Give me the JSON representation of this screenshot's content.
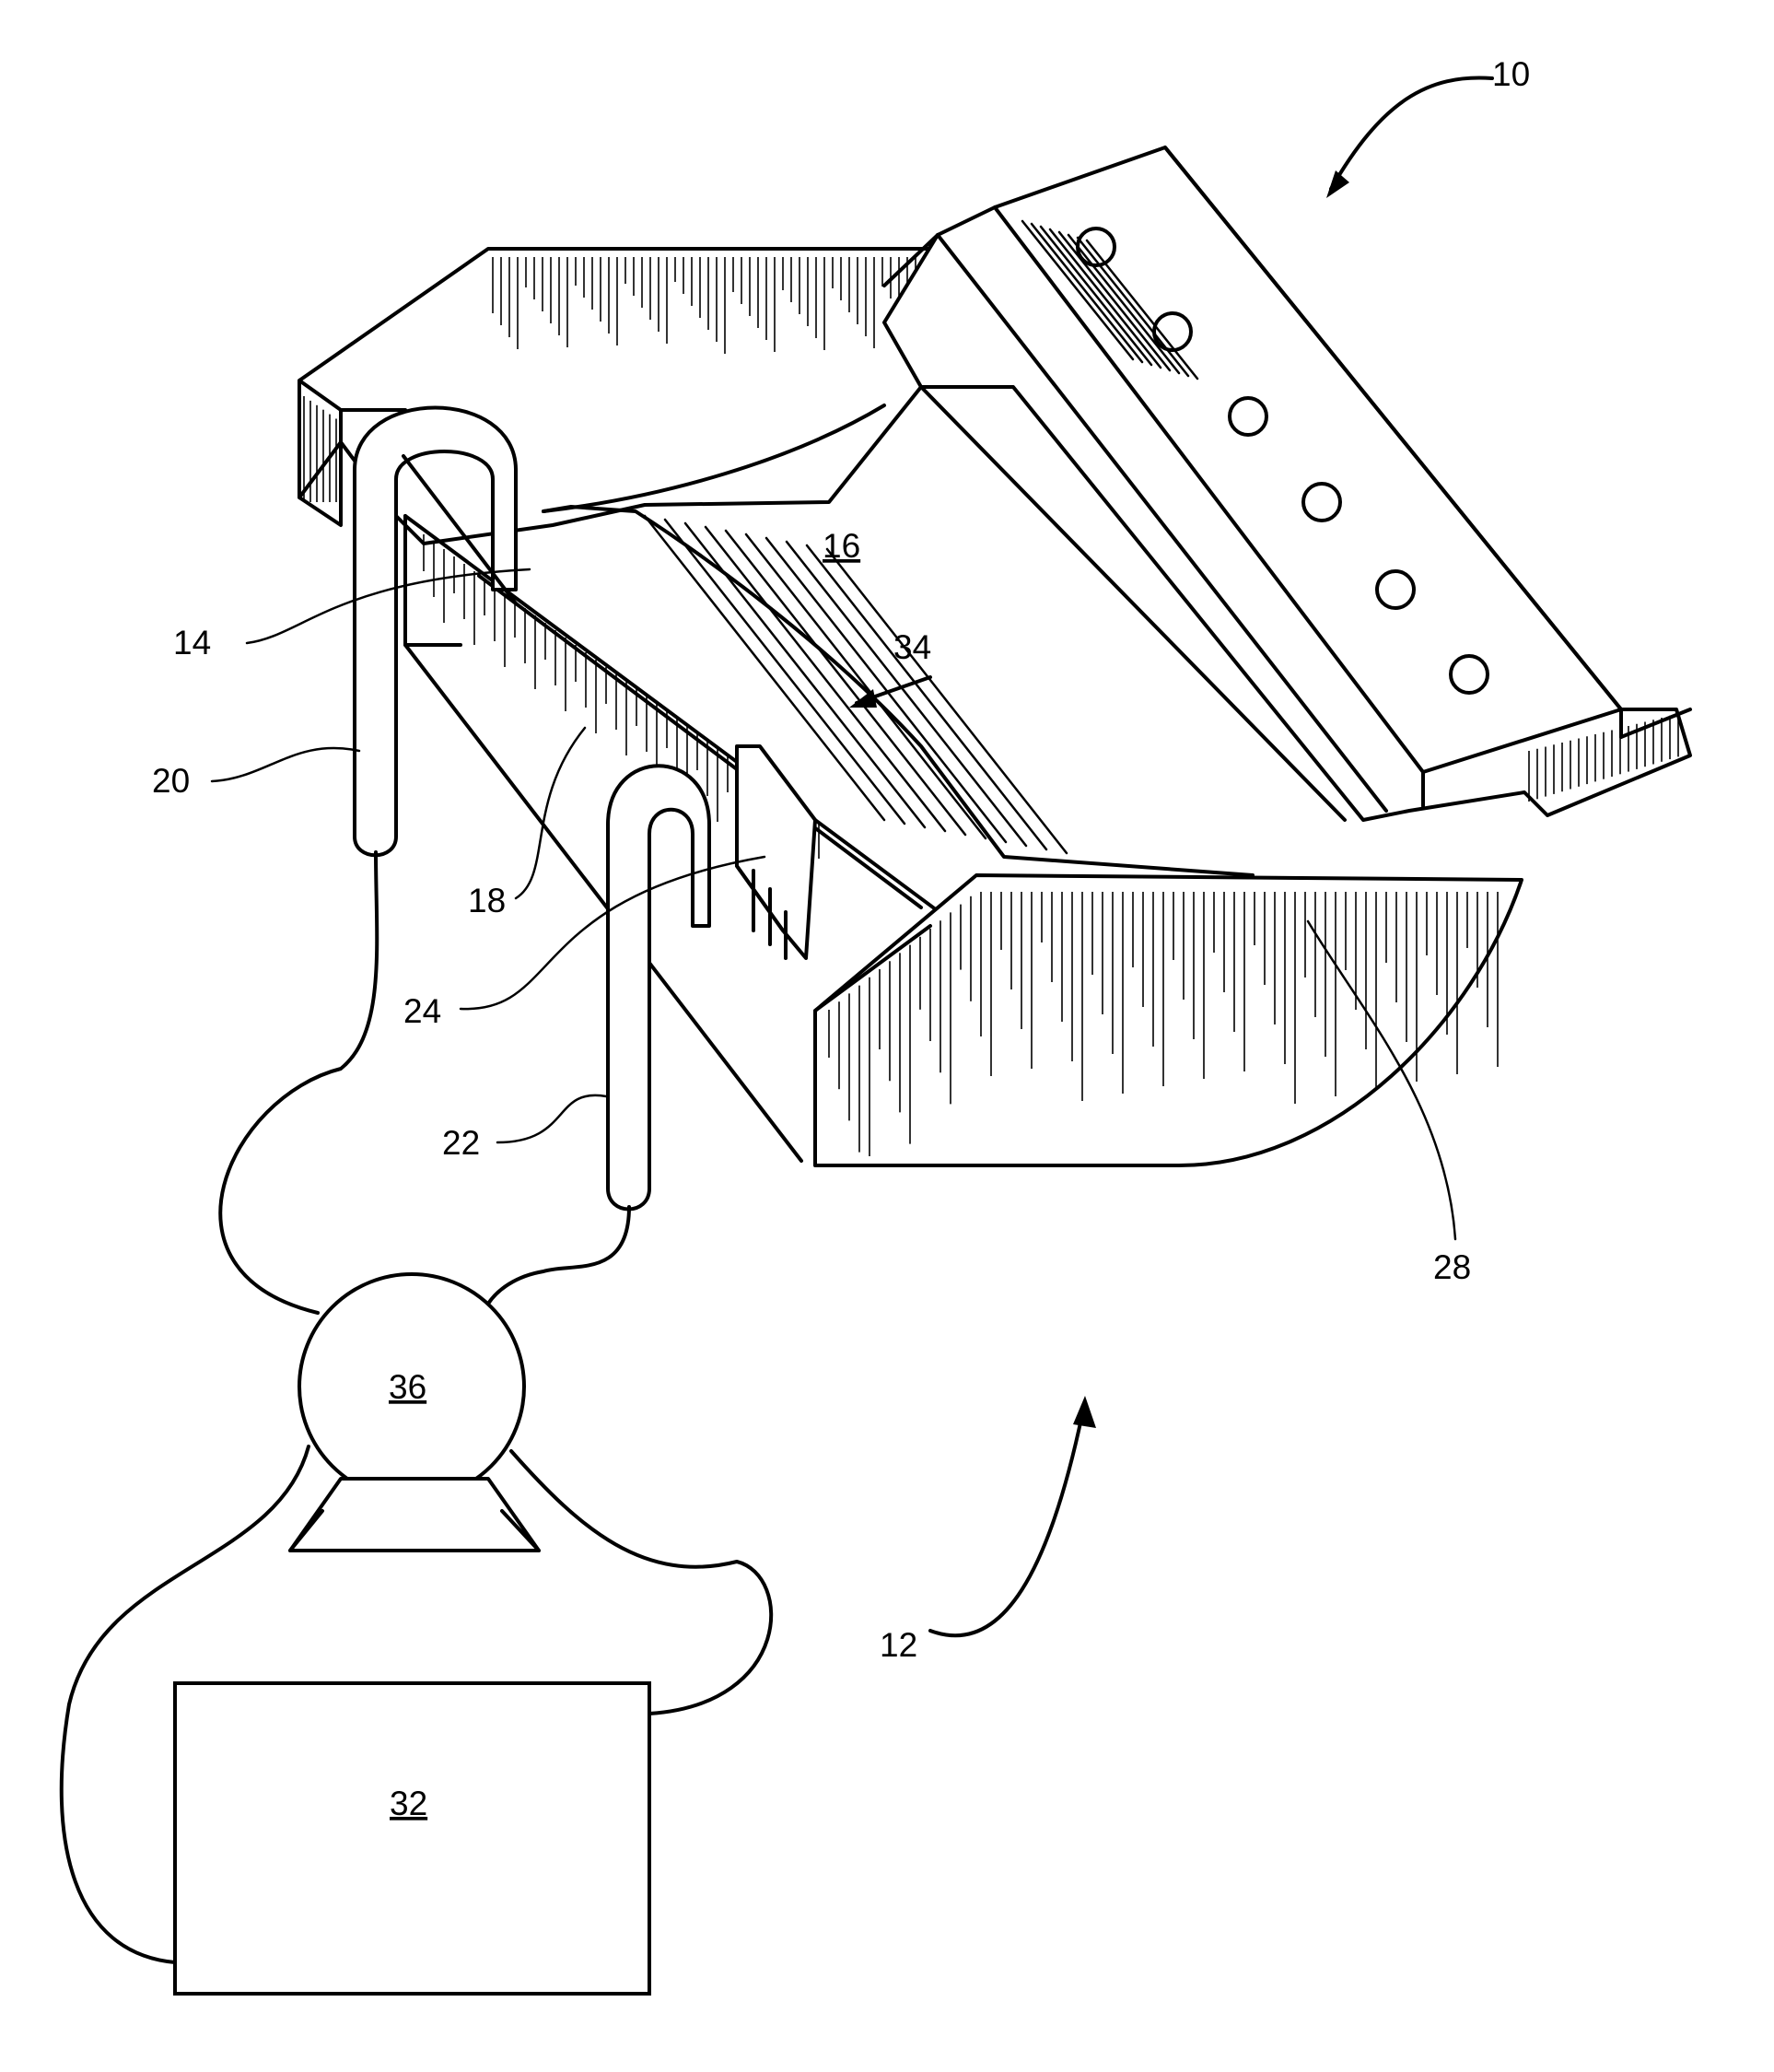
{
  "figure": {
    "labels": {
      "l10": "10",
      "l12": "12",
      "l14": "14",
      "l16": "16",
      "l18": "18",
      "l20": "20",
      "l22": "22",
      "l24": "24",
      "l28": "28",
      "l32": "32",
      "l34": "34",
      "l36": "36"
    }
  }
}
